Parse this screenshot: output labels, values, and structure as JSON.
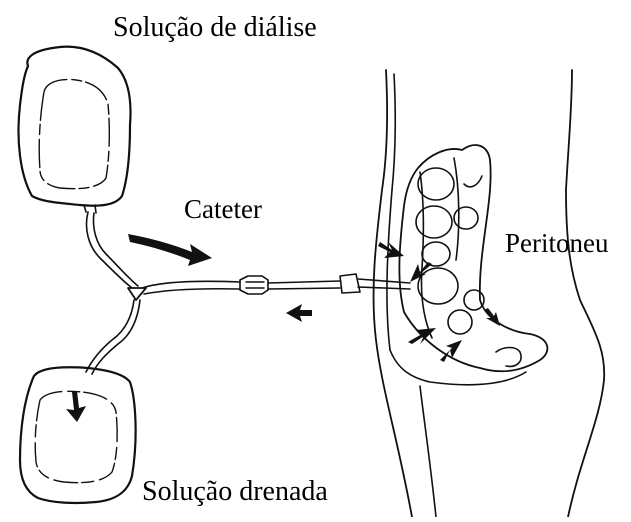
{
  "labels": {
    "dialysis_solution": "Solução de diálise",
    "catheter": "Cateter",
    "peritoneum": "Peritoneu",
    "drained_solution": "Solução drenada"
  },
  "colors": {
    "ink": "#111111",
    "background": "#ffffff"
  }
}
